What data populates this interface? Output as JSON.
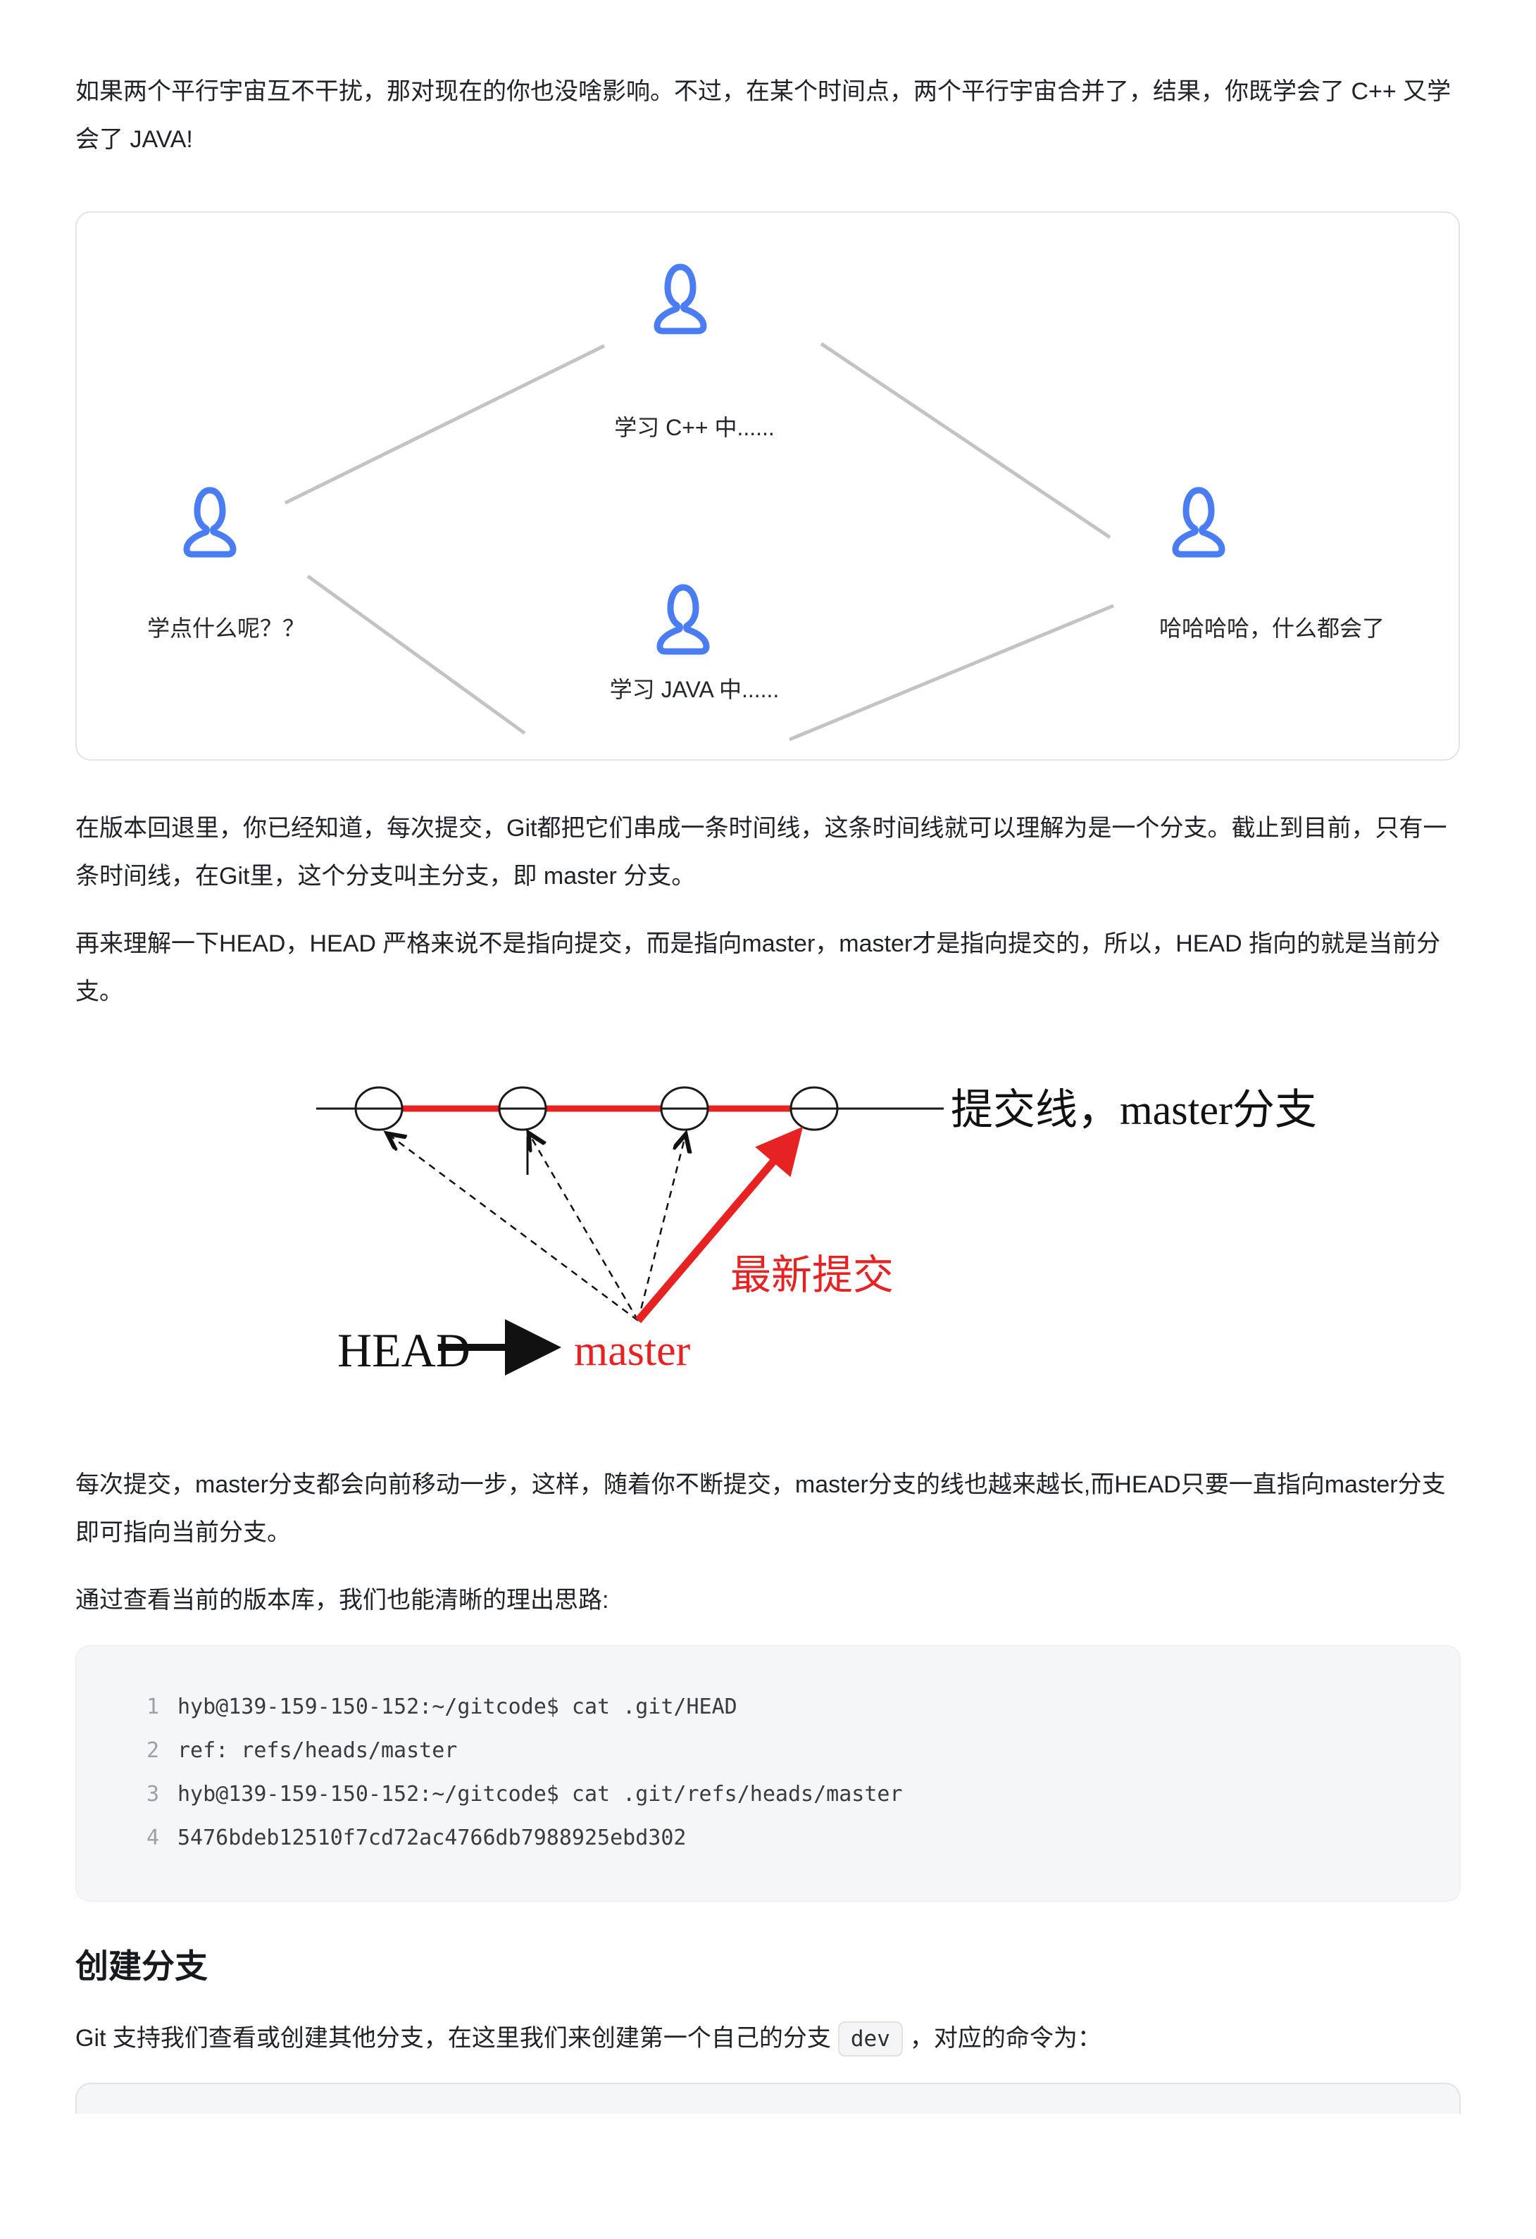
{
  "article": {
    "p1": "如果两个平行宇宙互不干扰，那对现在的你也没啥影响。不过，在某个时间点，两个平行宇宙合并了，结果，你既学会了 C++ 又学会了 JAVA!",
    "universe_diagram": {
      "label_top": "学习 C++ 中......",
      "label_left": "学点什么呢？？",
      "label_right": "哈哈哈哈，什么都会了",
      "label_bottom": "学习 JAVA 中......",
      "icon_color": "#4a7cf2",
      "line_color": "#c2c3c7"
    },
    "p2": "在版本回退里，你已经知道，每次提交，Git都把它们串成一条时间线，这条时间线就可以理解为是一个分支。截止到目前，只有一条时间线，在Git里，这个分支叫主分支，即 master 分支。",
    "p3": "再来理解一下HEAD，HEAD 严格来说不是指向提交，而是指向master，master才是指向提交的，所以，HEAD 指向的就是当前分支。",
    "git_diagram": {
      "commit_line_label": "提交线，master分支",
      "latest_commit_label": "最新提交",
      "head_label": "HEAD",
      "master_label": "master",
      "red_color": "#e62222",
      "black_color": "#111111"
    },
    "p4": "每次提交，master分支都会向前移动一步，这样，随着你不断提交，master分支的线也越来越长,而HEAD只要一直指向master分支即可指向当前分支。",
    "p5": "通过查看当前的版本库，我们也能清晰的理出思路:",
    "code_block": {
      "lines": [
        {
          "num": "1",
          "code": "hyb@139-159-150-152:~/gitcode$ cat .git/HEAD"
        },
        {
          "num": "2",
          "code": "ref: refs/heads/master"
        },
        {
          "num": "3",
          "code": "hyb@139-159-150-152:~/gitcode$ cat .git/refs/heads/master"
        },
        {
          "num": "4",
          "code": "5476bdeb12510f7cd72ac4766db7988925ebd302"
        }
      ]
    },
    "section_title": "创建分支",
    "p6_before": "Git 支持我们查看或创建其他分支，在这里我们来创建第一个自己的分支",
    "p6_code": "dev",
    "p6_after": "，对应的命令为："
  }
}
